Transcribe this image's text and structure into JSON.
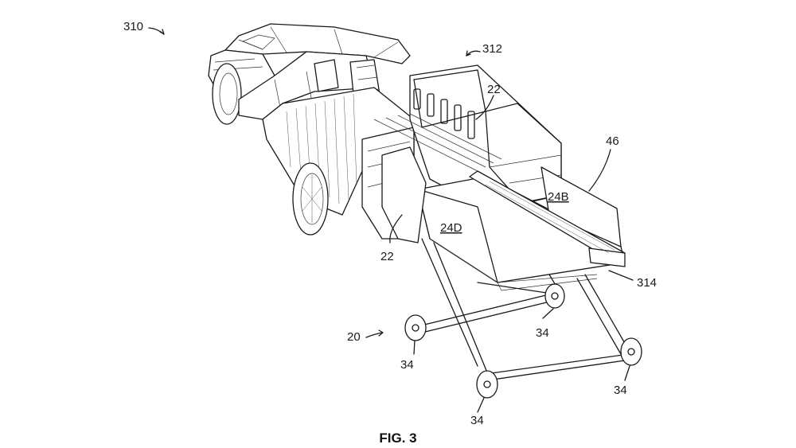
{
  "figure": {
    "caption": "FIG. 3",
    "labels": {
      "l310": "310",
      "l312": "312",
      "l22_top": "22",
      "l46": "46",
      "l24B": "24B",
      "l24D": "24D",
      "l22_bottom": "22",
      "l314": "314",
      "l20": "20",
      "l34_left": "34",
      "l34_mid": "34",
      "l34_right": "34",
      "l34_bottom": "34"
    }
  }
}
